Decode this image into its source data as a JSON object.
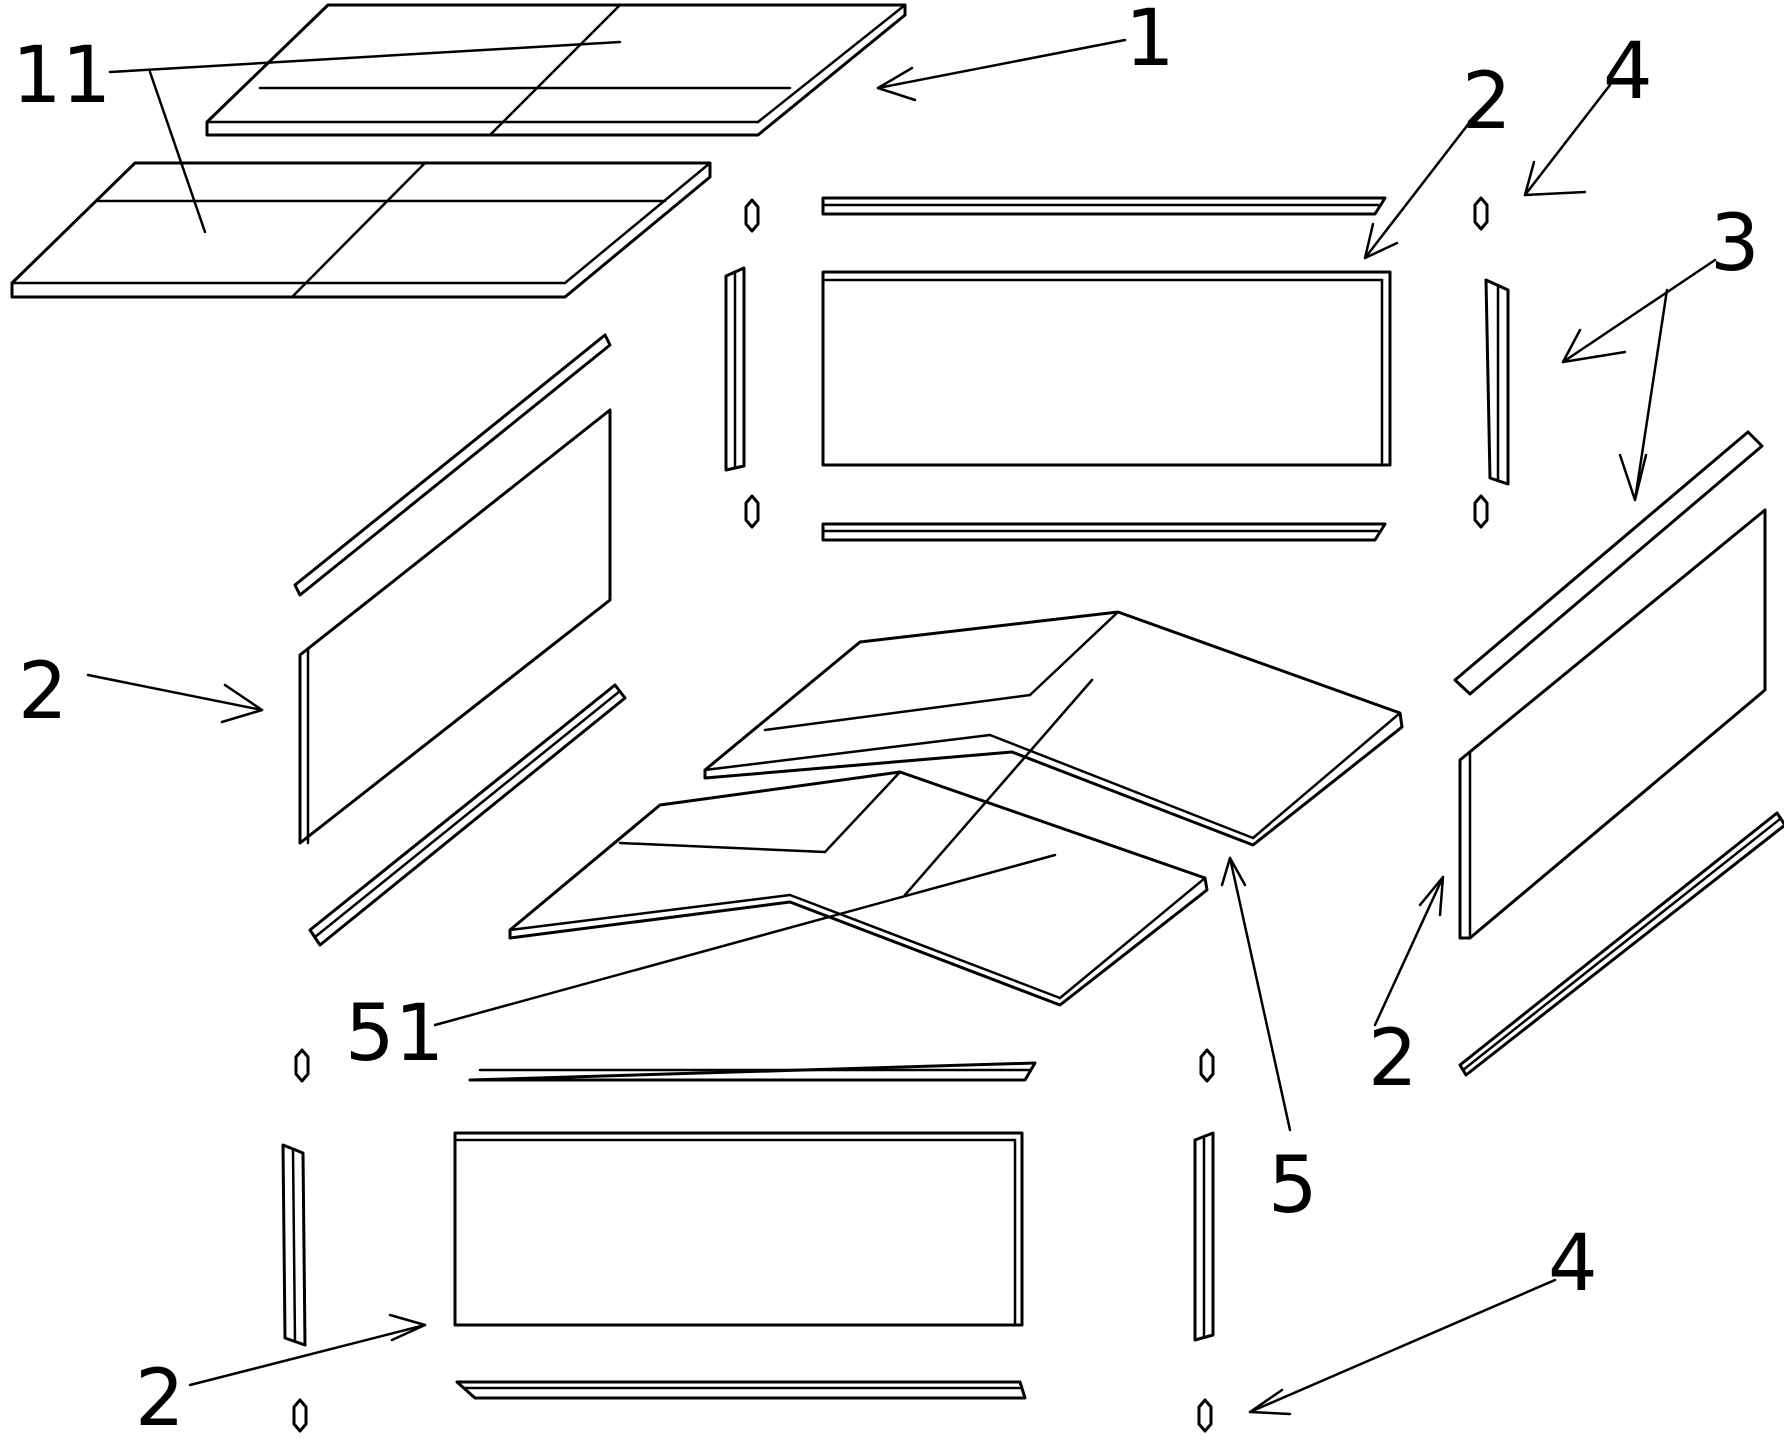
{
  "labels": {
    "top_panel": "1",
    "top_panel_tiles": "11",
    "side_plate_a": "2",
    "side_plate_b": "2",
    "side_plate_c": "2",
    "side_plate_d": "2",
    "edge_rails": "3",
    "connector_top": "4",
    "connector_bottom": "4",
    "bottom_panel": "5",
    "bottom_panel_tiles": "51"
  },
  "colors": {
    "line": "#000000",
    "background": "#ffffff"
  }
}
